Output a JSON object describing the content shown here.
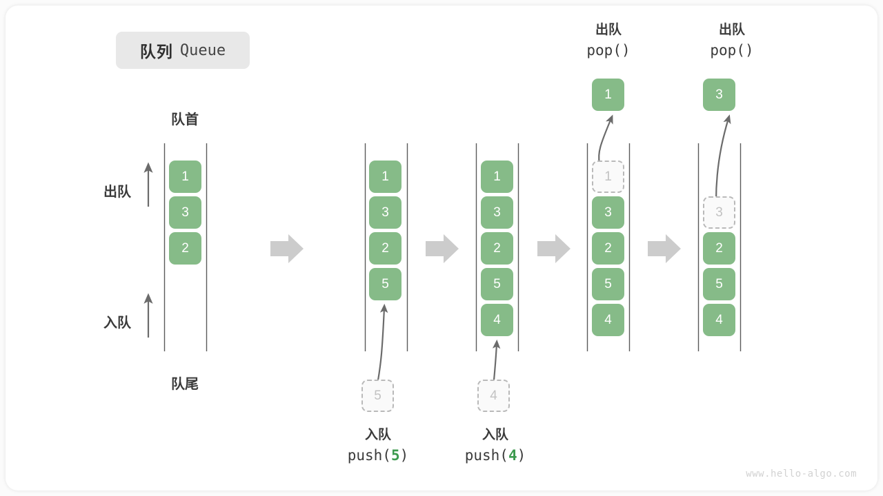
{
  "title": {
    "cn": "队列",
    "en": "Queue"
  },
  "labels": {
    "front": "队首",
    "rear": "队尾",
    "dequeue": "出队",
    "enqueue": "入队"
  },
  "watermark": "www.hello-algo.com",
  "colors": {
    "node_fill": "#86bb88",
    "node_text": "#ffffff",
    "ghost_border": "#b9b9b9",
    "ghost_text": "#c2c2c2",
    "rail": "#5a5a5a",
    "step_arrow": "#cccccc",
    "badge_bg": "#e8e8e8",
    "code_accent": "#3c9a4e",
    "card_bg": "#ffffff",
    "page_bg": "#fbfbfb"
  },
  "chart_data": {
    "type": "diagram",
    "title": "队列 Queue",
    "description": "Queue push/pop operation sequence, five states left to right",
    "states": [
      {
        "id": "initial",
        "items": [
          "1",
          "3",
          "2"
        ],
        "ghost": null,
        "operation": null,
        "result": null
      },
      {
        "id": "after-push-5",
        "items": [
          "1",
          "3",
          "2",
          "5"
        ],
        "ghost": {
          "value": "5",
          "position": "below"
        },
        "operation": {
          "cn": "入队",
          "code": "push(5)",
          "arg": "5"
        },
        "result": null
      },
      {
        "id": "after-push-4",
        "items": [
          "1",
          "3",
          "2",
          "5",
          "4"
        ],
        "ghost": {
          "value": "4",
          "position": "below"
        },
        "operation": {
          "cn": "入队",
          "code": "push(4)",
          "arg": "4"
        },
        "result": null
      },
      {
        "id": "after-pop-1",
        "items": [
          "3",
          "2",
          "5",
          "4"
        ],
        "ghost": {
          "value": "1",
          "position": "slot-0"
        },
        "operation": {
          "cn": "出队",
          "code": "pop()",
          "arg": ""
        },
        "result": "1"
      },
      {
        "id": "after-pop-3",
        "items": [
          "2",
          "5",
          "4"
        ],
        "ghost": {
          "value": "3",
          "position": "slot-1"
        },
        "operation": {
          "cn": "出队",
          "code": "pop()",
          "arg": ""
        },
        "result": "3"
      }
    ],
    "annotations": [
      "队首",
      "队尾",
      "出队",
      "入队"
    ]
  },
  "columns": {
    "c1": {
      "nodes": [
        "1",
        "3",
        "2"
      ],
      "front_label": "队首",
      "rear_label": "队尾",
      "dequeue_label": "出队",
      "enqueue_label": "入队"
    },
    "c2": {
      "nodes": [
        "1",
        "3",
        "2",
        "5"
      ],
      "ghost": "5",
      "op_cn": "入队",
      "op_code_pre": "push(",
      "op_code_num": "5",
      "op_code_post": ")"
    },
    "c3": {
      "nodes": [
        "1",
        "3",
        "2",
        "5",
        "4"
      ],
      "ghost": "4",
      "op_cn": "入队",
      "op_code_pre": "push(",
      "op_code_num": "4",
      "op_code_post": ")"
    },
    "c4": {
      "ghost": "1",
      "nodes": [
        "3",
        "2",
        "5",
        "4"
      ],
      "op_cn": "出队",
      "op_code": "pop()",
      "result": "1"
    },
    "c5": {
      "ghost": "3",
      "nodes": [
        "2",
        "5",
        "4"
      ],
      "op_cn": "出队",
      "op_code": "pop()",
      "result": "3"
    }
  }
}
